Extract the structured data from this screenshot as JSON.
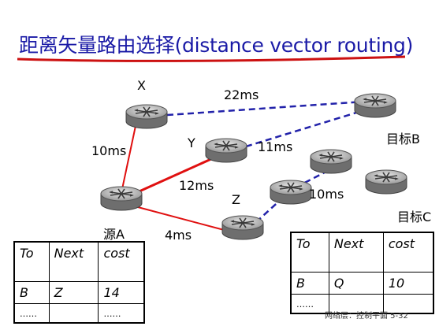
{
  "title": "距离矢量路由选择(distance vector routing)",
  "nodes": {
    "x": "X",
    "y": "Y",
    "z": "Z",
    "source": "源A",
    "target_b": "目标B",
    "target_c": "目标C"
  },
  "links": {
    "x_b": "22ms",
    "y_b": "11ms",
    "x_a": "10ms",
    "a_y": "12ms",
    "a_z": "4ms",
    "z_q": "10ms"
  },
  "left_table": {
    "headers": [
      "To",
      "Next",
      "cost"
    ],
    "row": [
      "B",
      "Z",
      "14"
    ],
    "ellipsis": [
      "……",
      "",
      "……"
    ]
  },
  "right_table": {
    "headers": [
      "To",
      "Next",
      "cost"
    ],
    "row": [
      "B",
      "Q",
      "10"
    ],
    "ellipsis": [
      "……",
      "",
      ""
    ]
  },
  "footer": "网络层：控制平面 5-32",
  "colors": {
    "title": "#1a1aa6",
    "underline": "#cc1111",
    "red_link": "#e01010",
    "blue_link": "#2222aa"
  }
}
